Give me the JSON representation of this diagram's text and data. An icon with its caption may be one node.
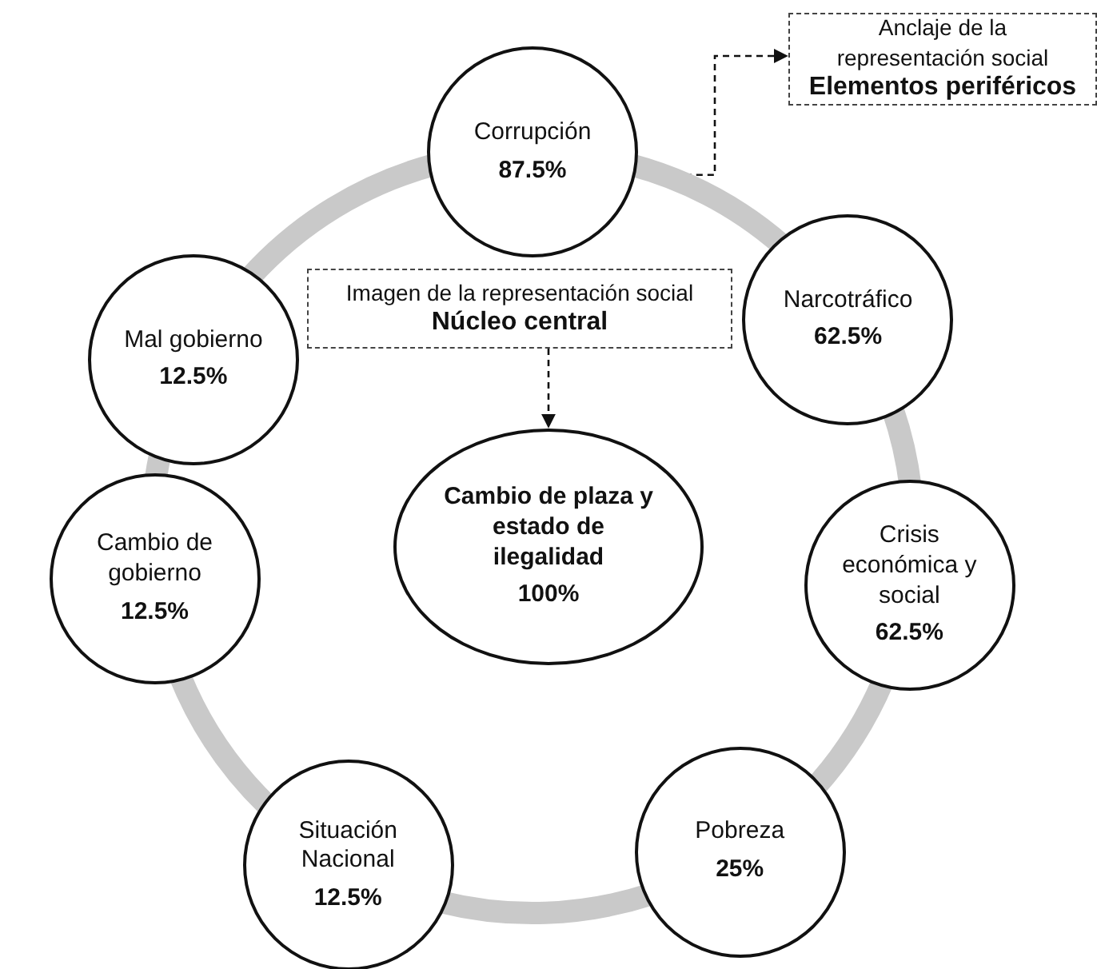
{
  "diagram": {
    "nodes": [
      {
        "text": [
          "Corrupción",
          "87.5%"
        ]
      },
      {
        "text": [
          "Anclaje de la representación social",
          "Elementos periféricos"
        ]
      },
      {
        "text": [
          "Mal gobierno",
          "12.5%"
        ]
      },
      {
        "text": [
          "Imagen de la representación social",
          "Núcleo central"
        ]
      },
      {
        "text": [
          "Narcotráfico",
          "62.5%"
        ]
      },
      {
        "text": [
          "Cambio de plaza y estado de ilegalidad",
          "100%"
        ]
      },
      {
        "text": [
          "Cambio de gobierno",
          "12.5%"
        ]
      },
      {
        "text": [
          "Crisis económica y social",
          "62.5%"
        ]
      },
      {
        "text": [
          "Situación Nacional",
          "12.5%"
        ]
      },
      {
        "text": [
          "Pobreza",
          "25%"
        ]
      }
    ],
    "edges": [
      {
        "from": null,
        "to": 1,
        "arrow": "to",
        "style": "dashed",
        "color": "#111111"
      },
      {
        "from": 3,
        "to": 5,
        "arrow": "to",
        "style": "dashed",
        "color": "#111111"
      },
      {
        "from": 0,
        "to": 4,
        "arrow": "none"
      },
      {
        "from": 4,
        "to": 7,
        "arrow": "none"
      },
      {
        "from": 7,
        "to": 9,
        "arrow": "none"
      },
      {
        "from": 9,
        "to": 8,
        "arrow": "none"
      },
      {
        "from": 8,
        "to": 6,
        "arrow": "none"
      },
      {
        "from": 6,
        "to": 2,
        "arrow": "none"
      },
      {
        "from": 2,
        "to": 0,
        "arrow": "none"
      }
    ]
  }
}
